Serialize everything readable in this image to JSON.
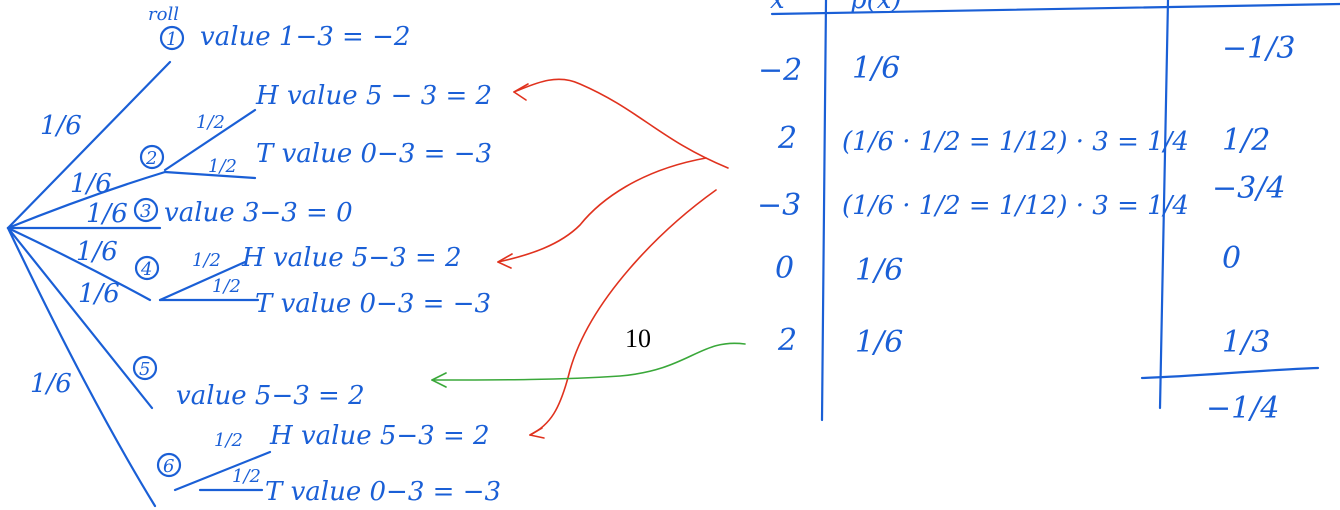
{
  "tree": {
    "roll_label": "roll",
    "branch_probs": [
      "1/6",
      "1/6",
      "1/6",
      "1/6",
      "1/6",
      "1/6"
    ],
    "coin_probs": [
      "1/2",
      "1/2",
      "1/2",
      "1/2",
      "1/2",
      "1/2"
    ],
    "nodes": [
      "1",
      "2",
      "3",
      "4",
      "5",
      "6"
    ],
    "outcomes": [
      "value 1−3 = −2",
      "H value 5 − 3 = 2",
      "T value 0−3 = −3",
      "value 3−3 = 0",
      "H value 5−3 = 2",
      "T value 0−3 = −3",
      "value 5−3 = 2",
      "H value 5−3 = 2",
      "T value 0−3 = −3"
    ]
  },
  "table": {
    "header_x": "x",
    "header_p": "p(x)",
    "rows": [
      {
        "x": "−2",
        "p": "1/6",
        "product": "−1/3"
      },
      {
        "x": "2",
        "p": "(1/6 · 1/2 = 1/12) · 3 = 1/4",
        "product": "1/2"
      },
      {
        "x": "−3",
        "p": "(1/6 · 1/2 = 1/12) · 3 = 1/4",
        "product": "−3/4"
      },
      {
        "x": "0",
        "p": "1/6",
        "product": "0"
      },
      {
        "x": "2",
        "p": "1/6",
        "product": "1/3"
      }
    ],
    "total": "−1/4"
  },
  "page_number": "10",
  "colors": {
    "ink": "#1a5fd6",
    "red_arrow": "#e0321e",
    "green_arrow": "#3aa83a"
  }
}
